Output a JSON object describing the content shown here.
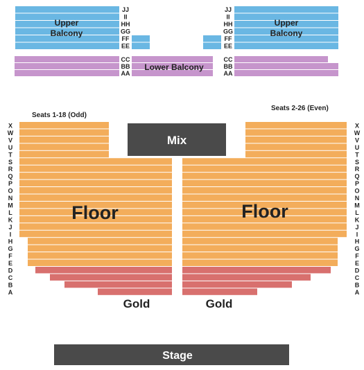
{
  "colors": {
    "upper_balcony": "#6ab7e3",
    "lower_balcony": "#c695cc",
    "floor": "#f3ad5b",
    "gold": "#d8706e",
    "mix": "#4a4a4a",
    "stage": "#4a4a4a",
    "row_divider": "#ffffff"
  },
  "sections": {
    "upper_balcony_left": {
      "line1": "Upper",
      "line2": "Balcony"
    },
    "upper_balcony_right": {
      "line1": "Upper",
      "line2": "Balcony"
    },
    "lower_balcony": {
      "label": "Lower Balcony"
    },
    "mix": {
      "label": "Mix"
    },
    "floor_left": {
      "label": "Floor"
    },
    "floor_right": {
      "label": "Floor"
    },
    "gold_left": {
      "label": "Gold"
    },
    "gold_right": {
      "label": "Gold"
    },
    "stage": {
      "label": "Stage"
    }
  },
  "seat_notes": {
    "left": "Seats 1-18 (Odd)",
    "right": "Seats 2-26 (Even)"
  },
  "balcony_rows": {
    "upper": [
      "JJ",
      "II",
      "HH",
      "GG",
      "FF",
      "EE"
    ],
    "lower": [
      "CC",
      "BB",
      "AA"
    ]
  },
  "floor_rows": [
    "X",
    "W",
    "V",
    "U",
    "T",
    "S",
    "R",
    "Q",
    "P",
    "O",
    "N",
    "M",
    "L",
    "K",
    "J",
    "I",
    "H",
    "G",
    "F",
    "E",
    "D",
    "C",
    "B",
    "A"
  ]
}
